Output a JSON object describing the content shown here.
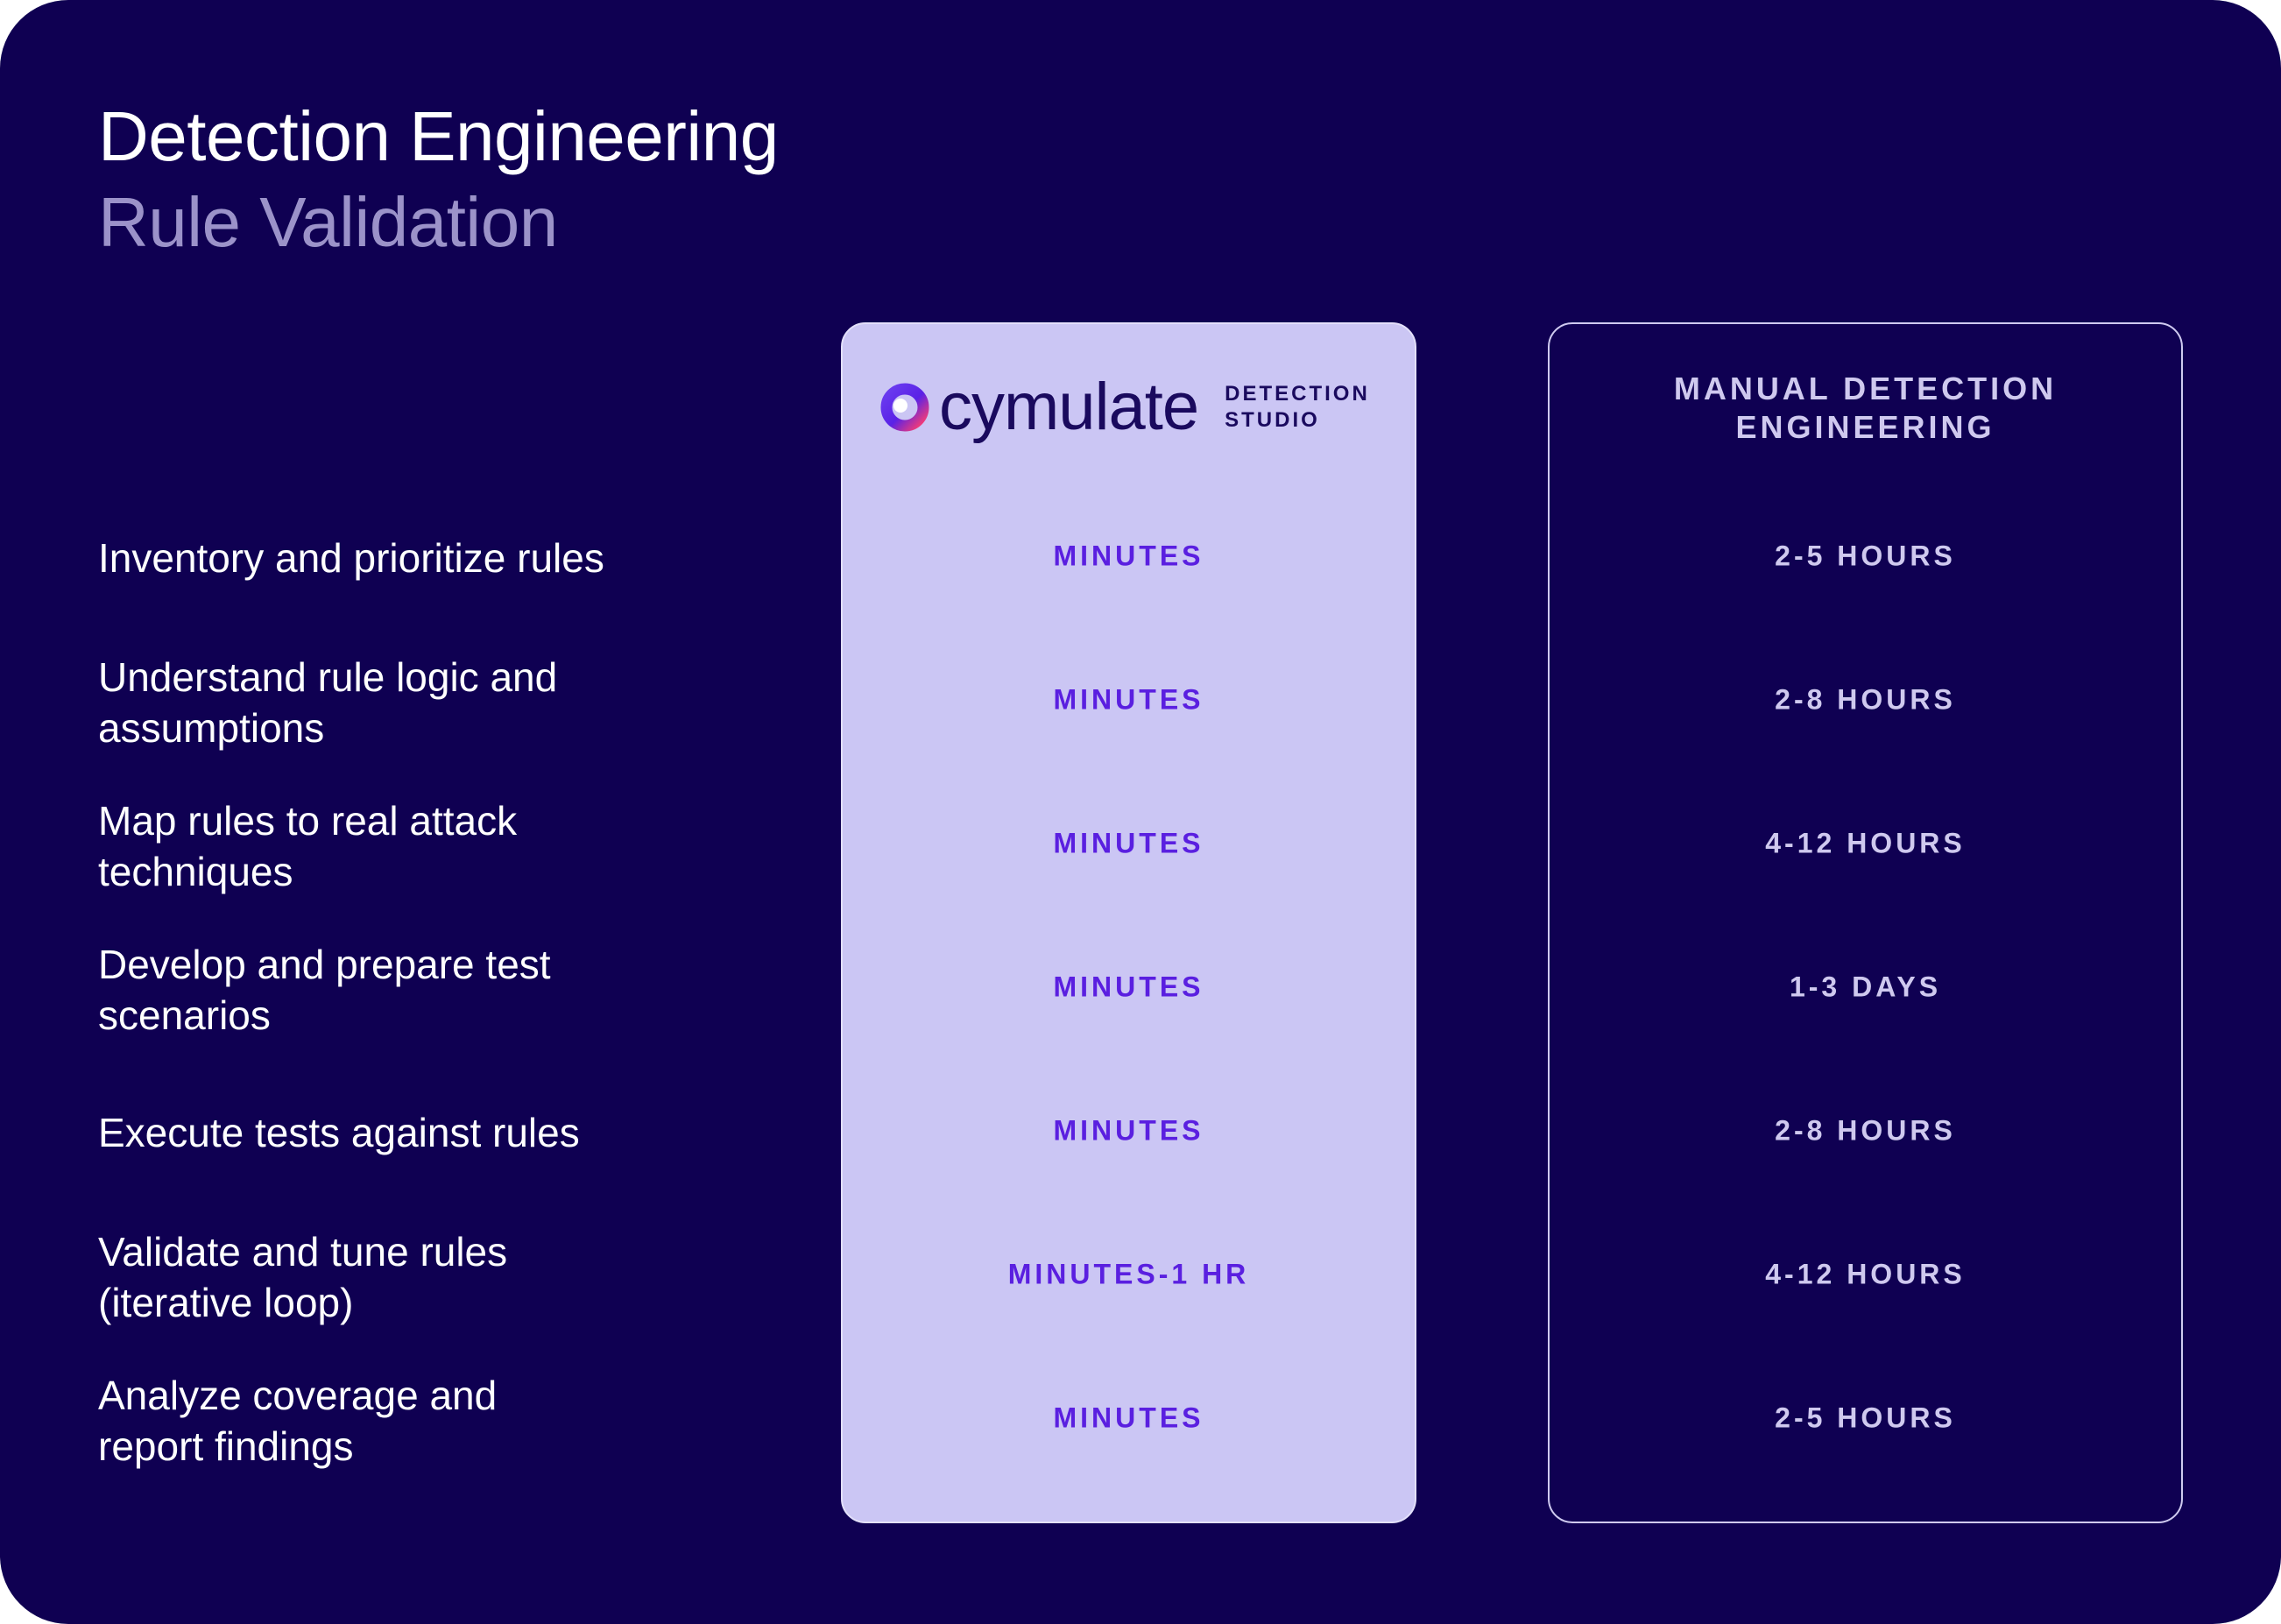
{
  "header": {
    "title": "Detection Engineering",
    "subtitle": "Rule Validation"
  },
  "columns": {
    "cymulate": {
      "logo_word": "cymulate",
      "logo_sub_line1": "DETECTION",
      "logo_sub_line2": "STUDIO",
      "logo_icon": "cymulate-ring-logo-icon"
    },
    "manual": {
      "heading_line1": "MANUAL DETECTION",
      "heading_line2": "ENGINEERING"
    }
  },
  "rows": [
    {
      "line1": "Inventory and prioritize rules",
      "line2": "",
      "cymulate": "MINUTES",
      "manual": "2-5 HOURS"
    },
    {
      "line1": "Understand rule logic and",
      "line2": "assumptions",
      "cymulate": "MINUTES",
      "manual": "2-8 HOURS"
    },
    {
      "line1": "Map rules to real attack",
      "line2": "techniques",
      "cymulate": "MINUTES",
      "manual": "4-12 HOURS"
    },
    {
      "line1": "Develop and prepare test",
      "line2": "scenarios",
      "cymulate": "MINUTES",
      "manual": "1-3 DAYS"
    },
    {
      "line1": "Execute tests against rules",
      "line2": "",
      "cymulate": "MINUTES",
      "manual": "2-8 HOURS"
    },
    {
      "line1": "Validate and tune rules",
      "line2": "(iterative loop)",
      "cymulate": "MINUTES-1 HR",
      "manual": "4-12 HOURS"
    },
    {
      "line1": "Analyze coverage and",
      "line2": "report findings",
      "cymulate": "MINUTES",
      "manual": "2-5 HOURS"
    }
  ],
  "colors": {
    "background": "#0f0052",
    "cymulate_column": "#cbc6f4",
    "cymulate_text": "#5a1fe0",
    "manual_text": "#cfc9ef",
    "subtitle": "#9b92c9"
  }
}
